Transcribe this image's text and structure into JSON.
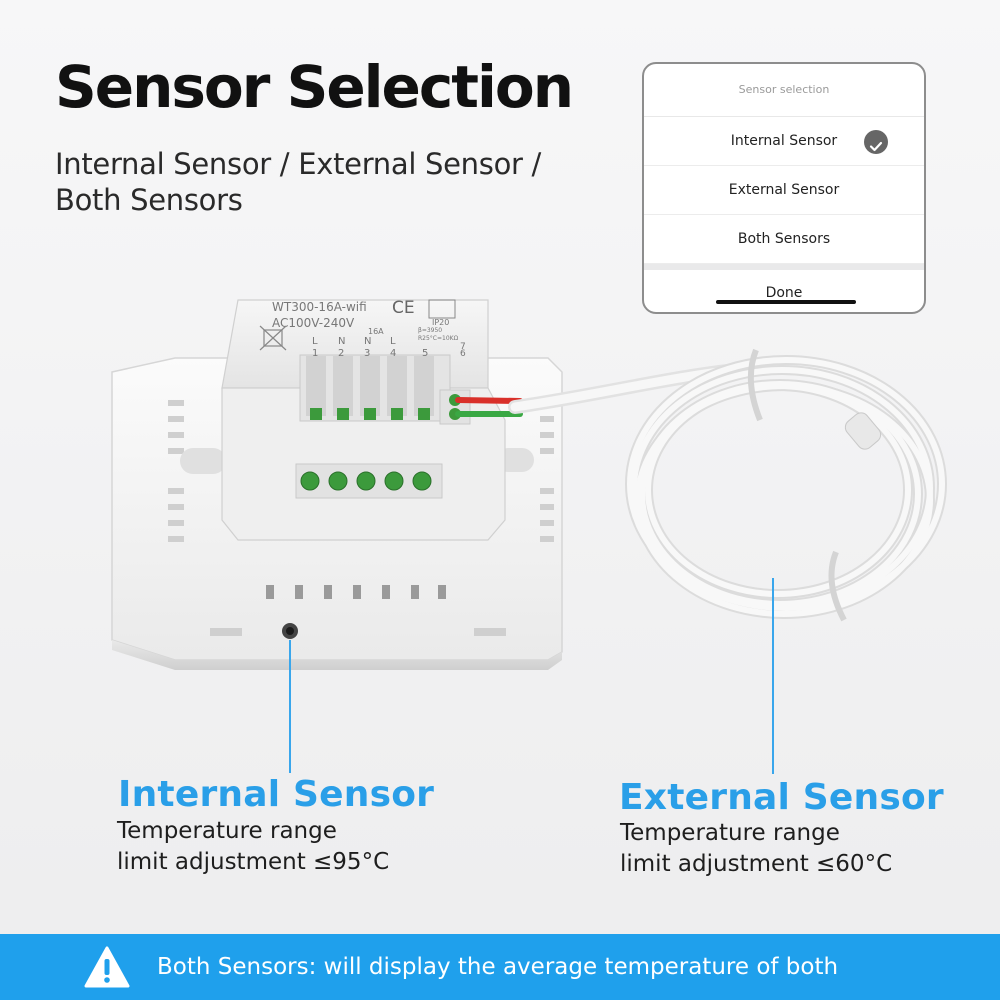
{
  "header": {
    "title": "Sensor Selection",
    "subtitle": "Internal Sensor / External Sensor / Both Sensors"
  },
  "popup": {
    "header": "Sensor selection",
    "options": [
      {
        "label": "Internal Sensor",
        "selected": true
      },
      {
        "label": "External Sensor",
        "selected": false
      },
      {
        "label": "Both Sensors",
        "selected": false
      }
    ],
    "done_label": "Done"
  },
  "device": {
    "model": "WT300-16A-wifi",
    "ce_mark": "CE",
    "voltage": "AC100V-240V",
    "current": "16A",
    "ip_rating": "IP20",
    "terminal_labels": [
      "L",
      "N",
      "N",
      "L",
      "",
      ""
    ],
    "terminal_numbers": [
      "1",
      "2",
      "3",
      "4",
      "5"
    ],
    "side_numbers": [
      "7",
      "6"
    ],
    "sensor_note_1": "β=3950",
    "sensor_note_2": "R25°C=10KΩ"
  },
  "internal": {
    "title": "Internal Sensor",
    "line1": "Temperature range",
    "line2": "limit adjustment ≤95°C"
  },
  "external": {
    "title": "External Sensor",
    "line1": "Temperature range",
    "line2": "limit adjustment ≤60°C"
  },
  "banner": {
    "text": "Both Sensors: will display the average temperature of both",
    "icon": "warning-icon"
  },
  "colors": {
    "accent": "#2a9fe8",
    "banner": "#1fa0ec",
    "wire_red": "#d9302a",
    "wire_green": "#3aa844"
  }
}
